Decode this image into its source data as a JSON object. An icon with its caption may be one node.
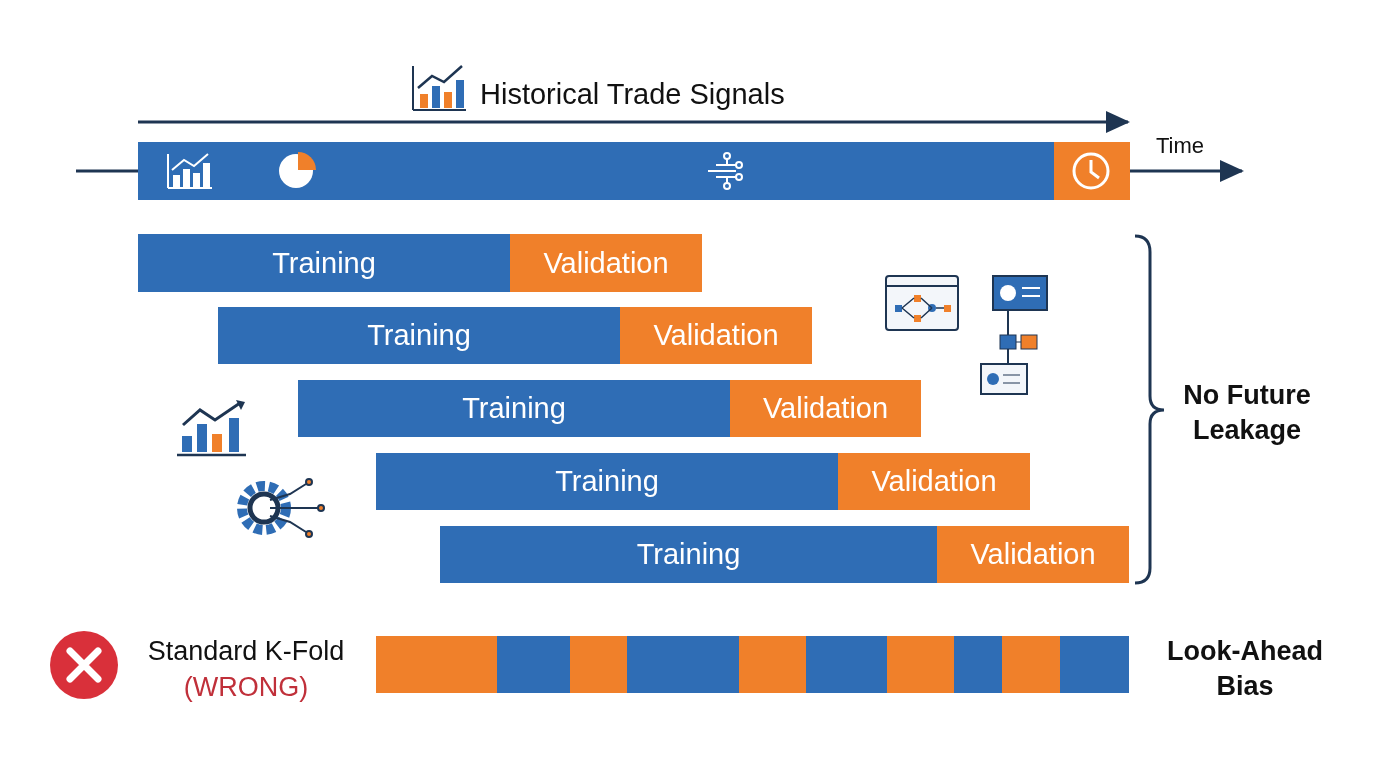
{
  "diagram": {
    "title": "Historical Trade Signals",
    "nodes": [
      {
        "text": [
          "Training"
        ]
      },
      {
        "text": [
          "Validation"
        ]
      },
      {
        "text": [
          "Training"
        ]
      },
      {
        "text": [
          "Validation"
        ]
      },
      {
        "text": [
          "Training"
        ]
      },
      {
        "text": [
          "Validation"
        ]
      },
      {
        "text": [
          "Training"
        ]
      },
      {
        "text": [
          "Validation"
        ]
      },
      {
        "text": [
          "Training"
        ]
      },
      {
        "text": [
          "Validation"
        ]
      },
      {
        "text": [],
        "shape": "bar"
      },
      {
        "text": [],
        "shape": "bar"
      },
      {
        "text": [],
        "shape": "bar"
      },
      {
        "text": [],
        "shape": "bar"
      },
      {
        "text": [],
        "shape": "bar"
      },
      {
        "text": [],
        "shape": "bar"
      },
      {
        "text": [],
        "shape": "bar"
      },
      {
        "text": [],
        "shape": "bar"
      },
      {
        "text": [],
        "shape": "bar"
      },
      {
        "text": [],
        "shape": "bar"
      }
    ],
    "edges": [],
    "labels": [
      "Time",
      "No Future Leakage",
      "Standard K-Fold",
      "(WRONG)",
      "Look-Ahead Bias"
    ]
  }
}
